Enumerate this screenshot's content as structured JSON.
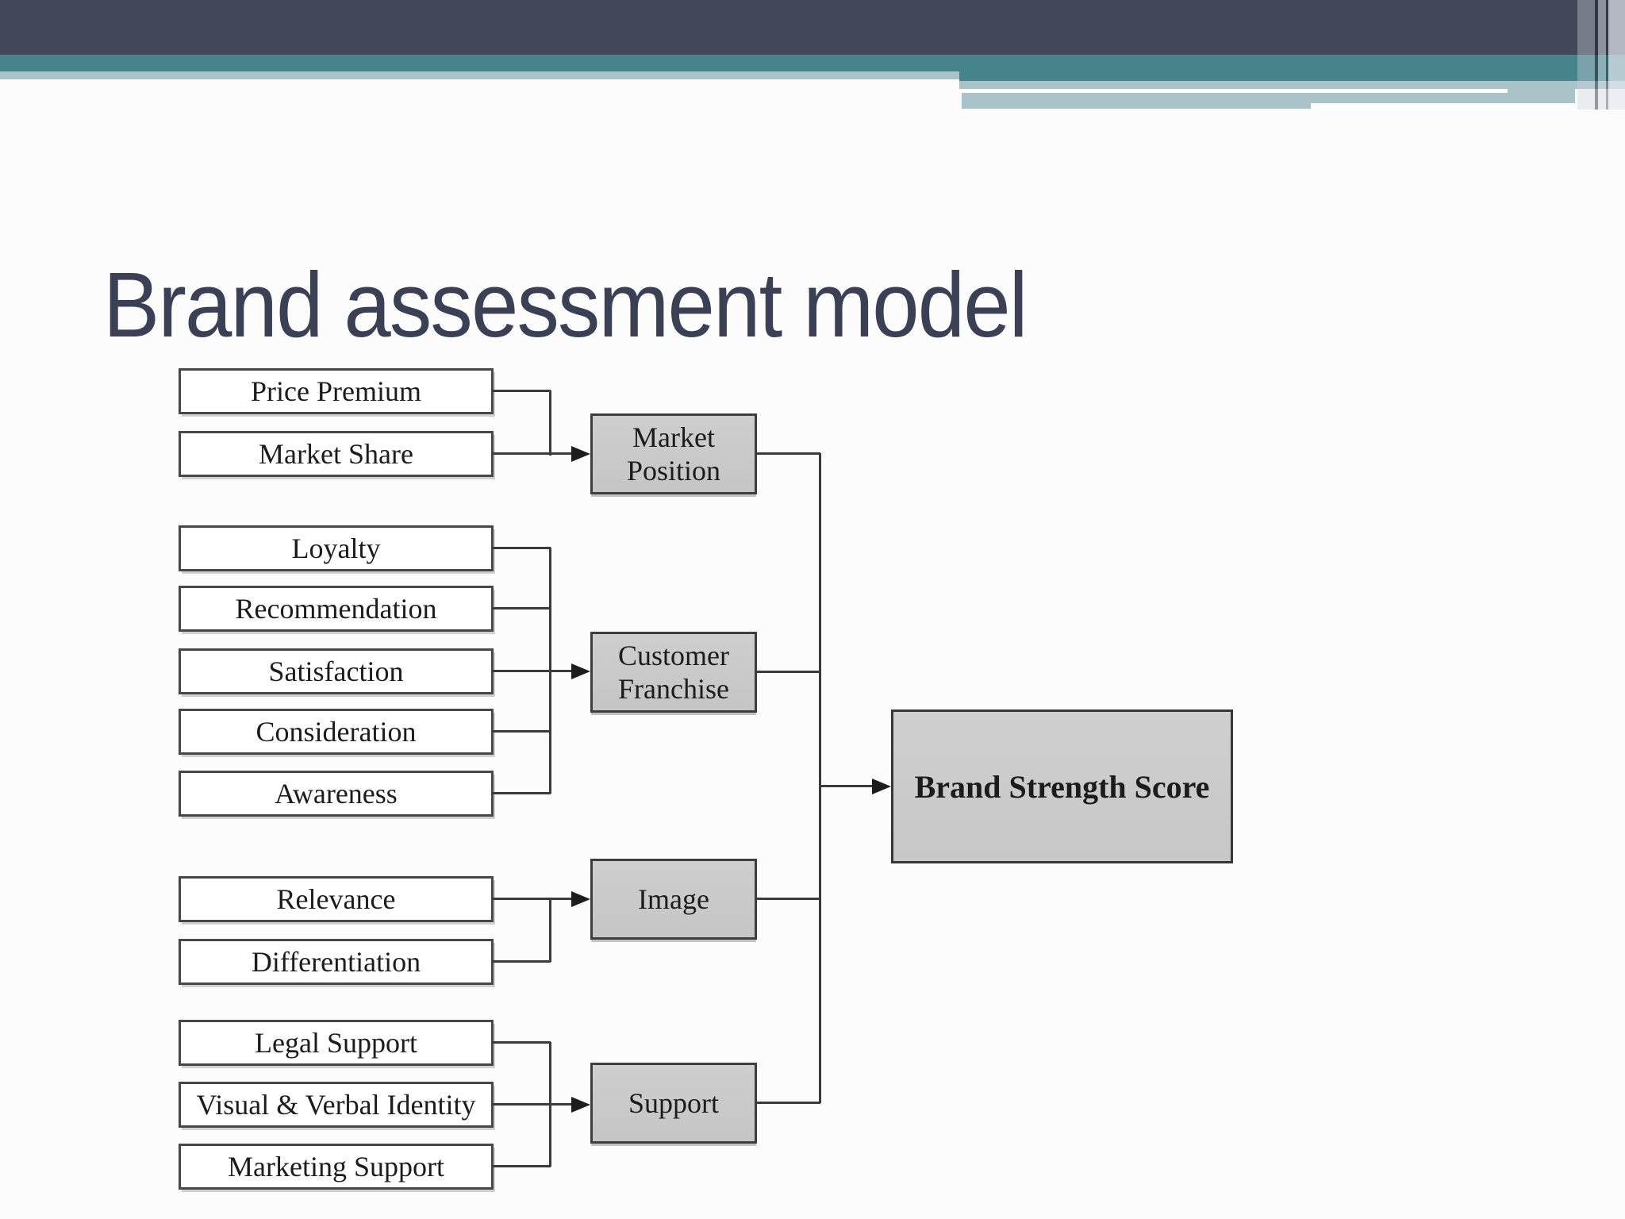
{
  "slide": {
    "title": "Brand assessment model"
  },
  "diagram": {
    "groups": [
      {
        "inputs": [
          "Price Premium",
          "Market Share"
        ],
        "output": "Market Position"
      },
      {
        "inputs": [
          "Loyalty",
          "Recommendation",
          "Satisfaction",
          "Consideration",
          "Awareness"
        ],
        "output": "Customer Franchise"
      },
      {
        "inputs": [
          "Relevance",
          "Differentiation"
        ],
        "output": "Image"
      },
      {
        "inputs": [
          "Legal Support",
          "Visual & Verbal Identity",
          "Marketing Support"
        ],
        "output": "Support"
      }
    ],
    "final_label": "Brand Strength Score"
  },
  "colors": {
    "header_navy": "#434859",
    "header_teal": "#47838b",
    "header_light_band": "#a9c3c9",
    "title_text": "#3c4055",
    "input_box_fill": "#ffffff",
    "factor_box_fill": "#c9c9c9",
    "box_border": "#3e3e3e",
    "connector_line": "#3b3b3b",
    "box_text": "#1c1c1c",
    "slide_background": "#fcfcfc"
  }
}
